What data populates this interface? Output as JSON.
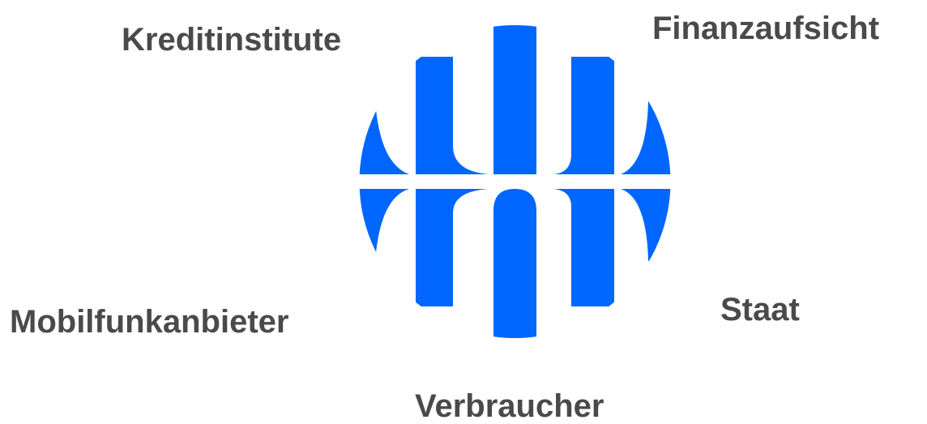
{
  "labels": {
    "kreditinstitute": "Kreditinstitute",
    "finanzaufsicht": "Finanzaufsicht",
    "mobilfunkanbieter": "Mobilfunkanbieter",
    "staat": "Staat",
    "verbraucher": "Verbraucher"
  },
  "colors": {
    "logo_blue": "#0066ff",
    "text_gray": "#4a4a4a",
    "background": "#ffffff"
  },
  "icons": {
    "center": "bank-emblem-icon"
  }
}
